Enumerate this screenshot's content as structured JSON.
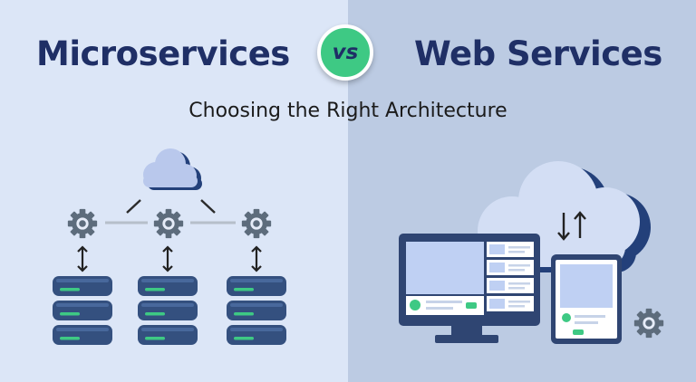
{
  "header": {
    "left_title": "Microservices",
    "badge": "vs",
    "right_title": "Web Services",
    "subtitle": "Choosing the Right Architecture"
  },
  "colors": {
    "left_bg": "#dce6f7",
    "right_bg": "#bccbe3",
    "navy": "#1f2f66",
    "green": "#3ec984",
    "cloud": "#b9c8ec",
    "gear": "#5d6c7c"
  },
  "icons": {
    "cloud": "cloud-icon",
    "gear": "gear-icon",
    "database": "database-icon",
    "monitor": "monitor-icon",
    "tablet": "tablet-icon",
    "arrows": "up-down-arrows-icon"
  }
}
